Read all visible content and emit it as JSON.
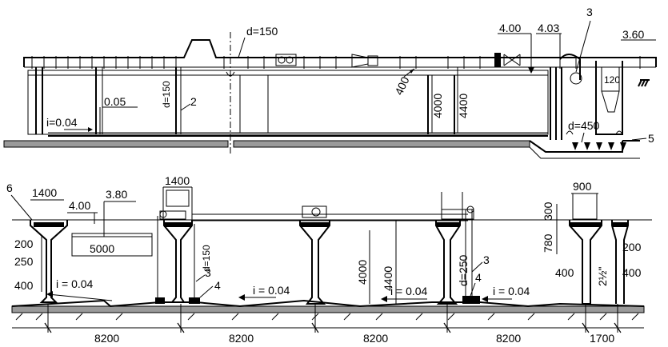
{
  "top_view": {
    "d150": "d=150",
    "d150_vertical": "d=150",
    "elev_400": "4.00",
    "elev_403": "4.03",
    "elev_360": "3.60",
    "callout_3": "3",
    "callout_2": "2",
    "callout_5": "5",
    "size_120": "120",
    "dim_400": "400",
    "dim_4000": "4000",
    "dim_4400": "4400",
    "elev_005": "0.05",
    "slope": "i=0.04",
    "d450": "d=450"
  },
  "bottom_view": {
    "callout_6": "6",
    "w1400_left": "1400",
    "w1400_mid": "1400",
    "w900": "900",
    "elev_400": "4.00",
    "elev_380": "3.80",
    "dim_5000": "5000",
    "dim_200_left": "200",
    "dim_250_left": "250",
    "dim_400_left": "400",
    "dim_300": "300",
    "dim_780": "780",
    "dim_200_right": "200",
    "dim_400_right": "400",
    "pipe_2half": "2½\"",
    "d150": "d=150",
    "d250": "d=250",
    "callout_3a": "3",
    "callout_4a": "4",
    "callout_3b": "3",
    "callout_4b": "4",
    "dim_4000": "4000",
    "dim_4400": "4400",
    "slope_1": "i = 0.04",
    "slope_2": "i = 0.04",
    "slope_3": "i = 0.04",
    "slope_4": "i = 0.04",
    "span_1": "8200",
    "span_2": "8200",
    "span_3": "8200",
    "span_4": "8200",
    "span_5": "1700"
  }
}
